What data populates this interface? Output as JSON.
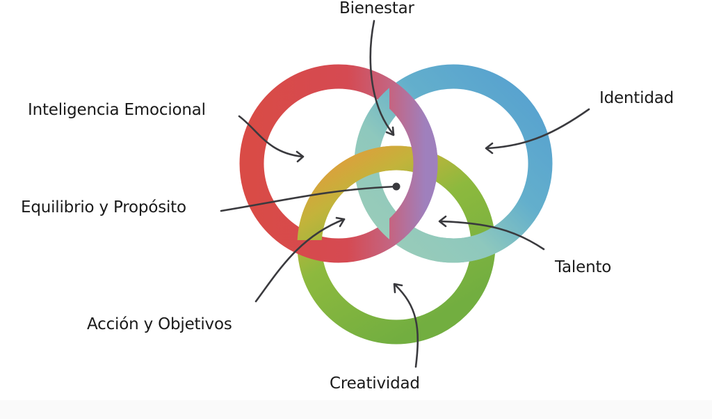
{
  "diagram": {
    "type": "three-ring venn",
    "rings": [
      {
        "id": "red",
        "name": "Inteligencia Emocional ring",
        "colors": [
          "#d94b46",
          "#d54a4f",
          "#c9607a",
          "#a27bb8"
        ]
      },
      {
        "id": "blue",
        "name": "Identidad ring",
        "colors": [
          "#8ec9be",
          "#6ab6c9",
          "#5aa3cf",
          "#5aa3cf"
        ]
      },
      {
        "id": "green",
        "name": "Creatividad ring",
        "colors": [
          "#e79a3d",
          "#c0b43a",
          "#8cb83e",
          "#76b043"
        ]
      }
    ],
    "labels": {
      "bienestar": "Bienestar",
      "inteligencia_emocional": "Inteligencia Emocional",
      "identidad": "Identidad",
      "equilibrio": "Equilibrio y Propósito",
      "talento": "Talento",
      "accion": "Acción y Objetivos",
      "creatividad": "Creatividad"
    },
    "arrow_color": "#3a3a3e",
    "text_color": "#1a1a1a"
  }
}
